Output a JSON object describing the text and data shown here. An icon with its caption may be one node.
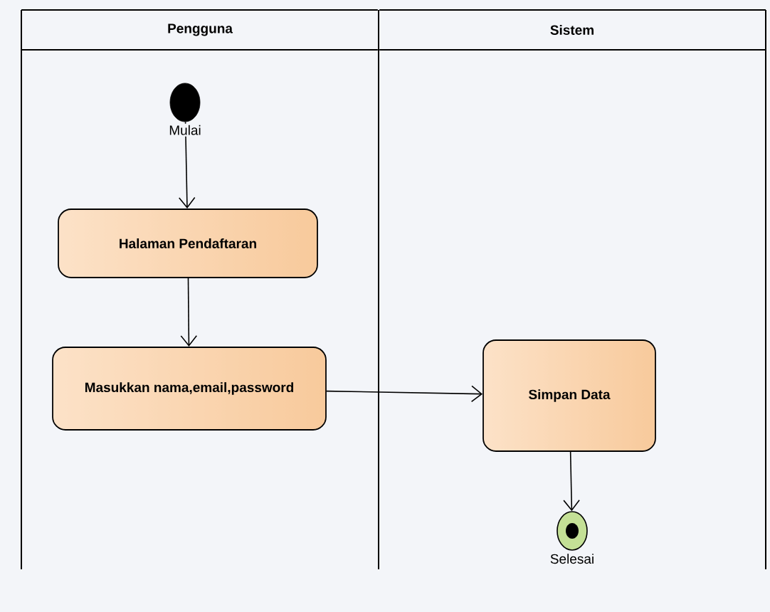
{
  "diagram": {
    "nodes": [
      {
        "text": [
          "Pengguna"
        ]
      },
      {
        "text": [
          "Sistem"
        ]
      },
      {
        "text": [],
        "shape": "circle",
        "beside": [
          "Mulai"
        ],
        "in": 0
      },
      {
        "text": [
          "Halaman Pendaftaran"
        ],
        "in": 0
      },
      {
        "text": [
          "Masukkan nama,email,password"
        ],
        "in": 0
      },
      {
        "text": [
          "Simpan Data"
        ],
        "in": 1
      },
      {
        "text": [],
        "shape": "circle",
        "beside": [
          "Selesai"
        ],
        "in": 1
      }
    ],
    "edges": [
      {
        "from": 2,
        "to": 3,
        "arrow": "to"
      },
      {
        "from": 3,
        "to": 4,
        "arrow": "to"
      },
      {
        "from": 4,
        "to": 5,
        "arrow": "to"
      },
      {
        "from": 5,
        "to": 6,
        "arrow": "to"
      }
    ]
  }
}
